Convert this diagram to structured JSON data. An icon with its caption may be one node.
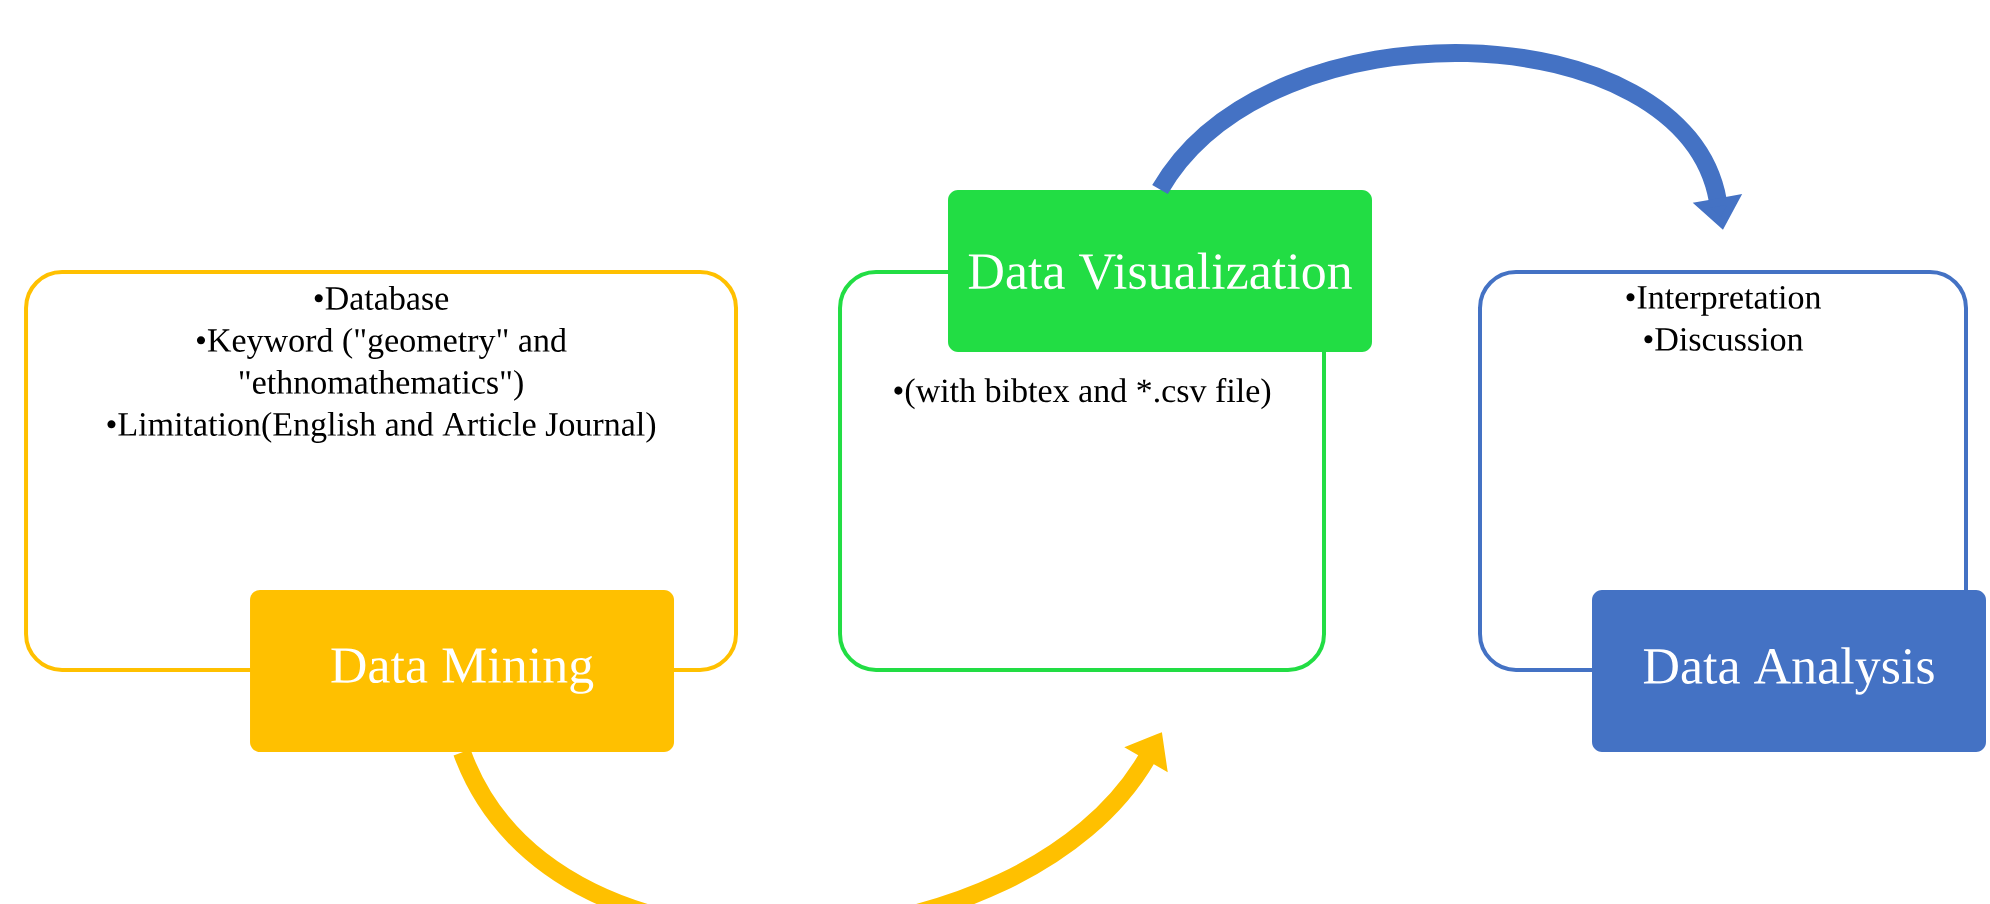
{
  "diagram": {
    "nodes": [
      {
        "text": [
          "•Database",
          "•Keyword (\"geometry\" and \"ethnomathematics\")",
          "•Limitation(English and Article Journal)"
        ]
      },
      {
        "text": [
          "Data Mining"
        ]
      },
      {
        "text": [
          "•(with bibtex and *.csv file)"
        ]
      },
      {
        "text": [
          "Data Visualization"
        ]
      },
      {
        "text": [
          "•Interpretation",
          "•Discussion"
        ]
      },
      {
        "text": [
          "Data Analysis"
        ]
      }
    ],
    "edges": [
      {
        "from": 1,
        "to": 2,
        "arrow": "to",
        "color": "#ffc000"
      },
      {
        "from": 3,
        "to": 4,
        "arrow": "to",
        "color": "#4472c4"
      }
    ]
  }
}
